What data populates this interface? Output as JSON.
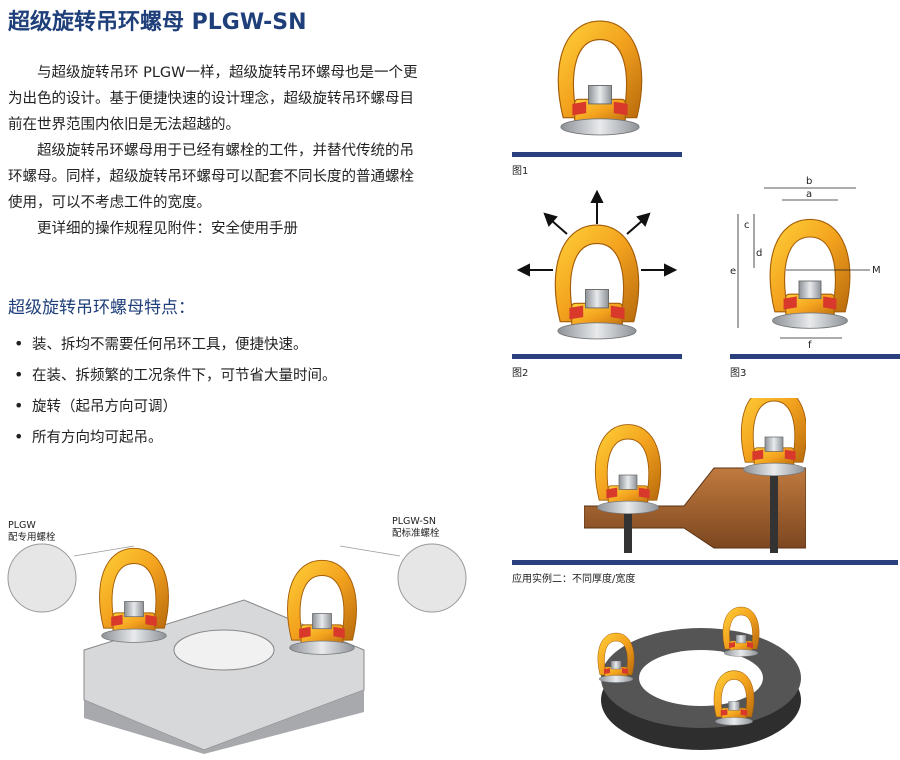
{
  "title": "超级旋转吊环螺母 PLGW-SN",
  "intro": {
    "p1": "与超级旋转吊环 PLGW一样，超级旋转吊环螺母也是一个更为出色的设计。基于便捷快速的设计理念，超级旋转吊环螺母目前在世界范围内依旧是无法超越的。",
    "p2": "超级旋转吊环螺母用于已经有螺栓的工件，并替代传统的吊环螺母。同样，超级旋转吊环螺母可以配套不同长度的普通螺栓使用，可以不考虑工件的宽度。",
    "p3": "更详细的操作规程见附件：安全使用手册"
  },
  "features": {
    "heading": "超级旋转吊环螺母特点：",
    "items": [
      "装、拆均不需要任何吊环工具，便捷快速。",
      "在装、拆频繁的工况条件下，可节省大量时间。",
      "旋转（起吊方向可调）",
      "所有方向均可起吊。"
    ]
  },
  "figures": {
    "fig1": "图1",
    "fig2": "图2",
    "fig3": "图3",
    "example2": "应用实例二：不同厚度/宽度"
  },
  "dimensions": {
    "b": "b",
    "a": "a",
    "c": "c",
    "d": "d",
    "e": "e",
    "f": "f",
    "m": "M"
  },
  "flange_labels": {
    "left_model": "PLGW",
    "left_desc": "配专用螺栓",
    "right_model": "PLGW-SN",
    "right_desc": "配标准螺栓"
  },
  "colors": {
    "accent": "#1f3f7a",
    "bar": "#2a3f7e",
    "ring": "#f0a020",
    "red_part": "#d9392b"
  }
}
